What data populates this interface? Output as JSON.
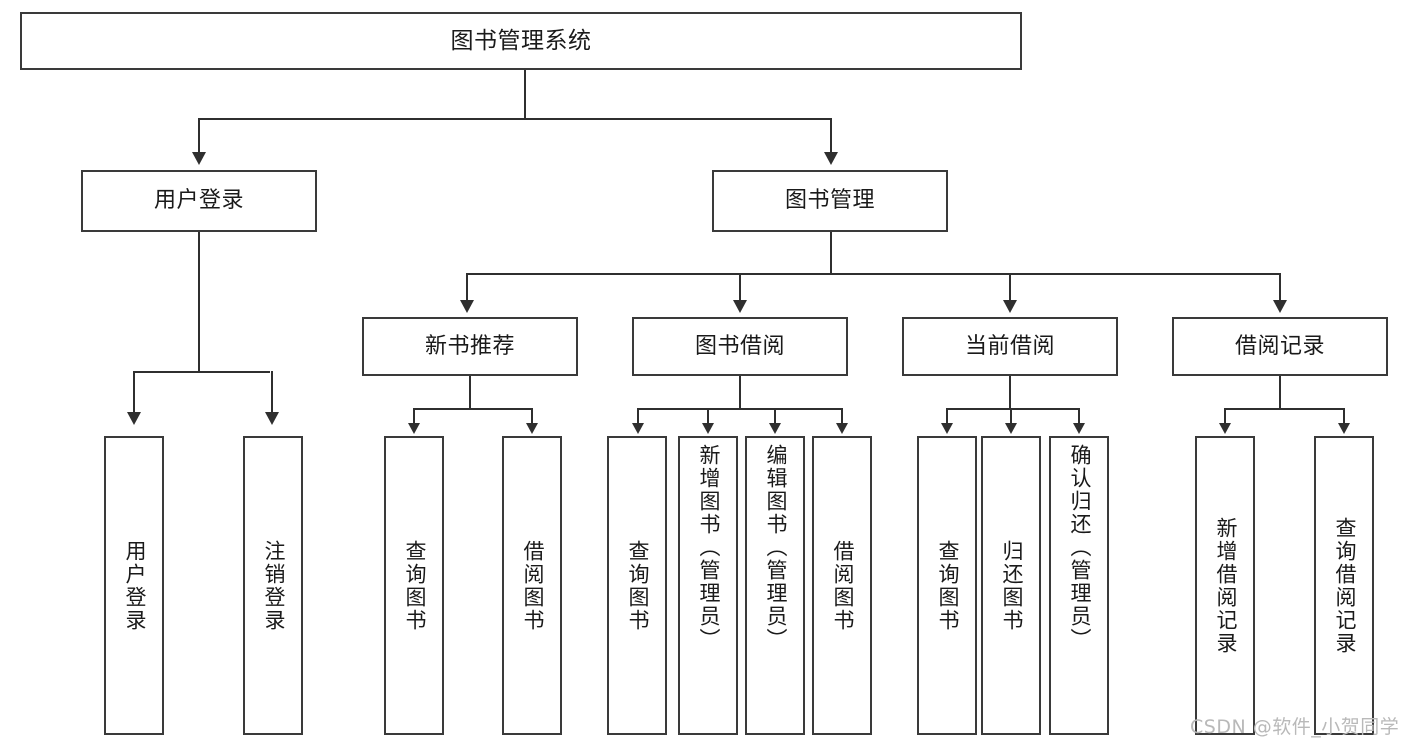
{
  "diagram": {
    "type": "tree-hierarchy",
    "title": "图书管理系统",
    "root": {
      "label": "图书管理系统"
    },
    "level2": [
      {
        "id": "user-login",
        "label": "用户登录"
      },
      {
        "id": "book-management",
        "label": "图书管理"
      }
    ],
    "level3": [
      {
        "id": "new-book-recommend",
        "label": "新书推荐",
        "parent": "book-management"
      },
      {
        "id": "book-borrow",
        "label": "图书借阅",
        "parent": "book-management"
      },
      {
        "id": "current-borrow",
        "label": "当前借阅",
        "parent": "book-management"
      },
      {
        "id": "borrow-record",
        "label": "借阅记录",
        "parent": "book-management"
      }
    ],
    "leaves": {
      "user_login": [
        {
          "id": "leaf-user-login",
          "label": "用户登录"
        },
        {
          "id": "leaf-logout",
          "label": "注销登录"
        }
      ],
      "new_book_recommend": [
        {
          "id": "leaf-query-book-1",
          "label": "查询图书"
        },
        {
          "id": "leaf-borrow-book-1",
          "label": "借阅图书"
        }
      ],
      "book_borrow": [
        {
          "id": "leaf-query-book-2",
          "label": "查询图书"
        },
        {
          "id": "leaf-add-book",
          "label": "新增图书（管理员）"
        },
        {
          "id": "leaf-edit-book",
          "label": "编辑图书（管理员）"
        },
        {
          "id": "leaf-borrow-book-2",
          "label": "借阅图书"
        }
      ],
      "current_borrow": [
        {
          "id": "leaf-query-book-3",
          "label": "查询图书"
        },
        {
          "id": "leaf-return-book",
          "label": "归还图书"
        },
        {
          "id": "leaf-confirm-return",
          "label": "确认归还（管理员）"
        }
      ],
      "borrow_record": [
        {
          "id": "leaf-add-record",
          "label": "新增借阅记录"
        },
        {
          "id": "leaf-query-record",
          "label": "查询借阅记录"
        }
      ]
    }
  },
  "watermark": {
    "text": "CSDN @软件_小贺同学"
  },
  "colors": {
    "box_border": "#3a3a3a",
    "connector": "#2f2f2f",
    "text": "#1a1a1a",
    "background": "#ffffff",
    "watermark": "#b9b9b9"
  }
}
